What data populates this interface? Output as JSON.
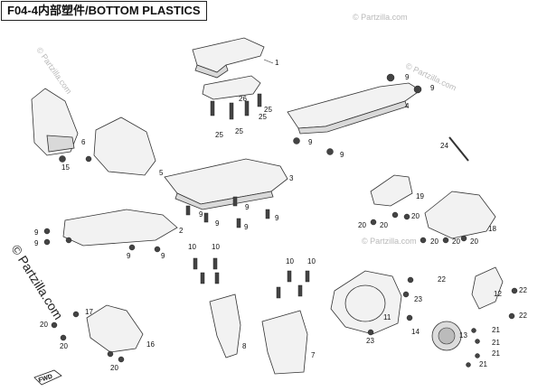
{
  "diagram": {
    "title": "F04-4内部塑件/BOTTOM PLASTICS",
    "watermarks": {
      "small": "© Partzilla.com",
      "large": "© Partzilla.com"
    },
    "fwd_label": "FWD",
    "callouts": [
      "1",
      "2",
      "3",
      "4",
      "5",
      "6",
      "7",
      "8",
      "9",
      "10",
      "11",
      "12",
      "13",
      "14",
      "15",
      "16",
      "17",
      "18",
      "19",
      "20",
      "21",
      "22",
      "23",
      "24",
      "25",
      "26"
    ]
  }
}
